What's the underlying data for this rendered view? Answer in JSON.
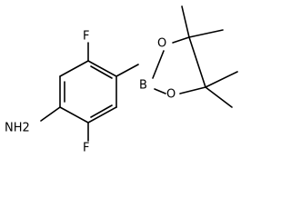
{
  "molecule": {
    "atoms": {
      "fluorine_top": "F",
      "fluorine_bottom": "F",
      "boron": "B",
      "oxygen_upper": "O",
      "oxygen_lower": "O",
      "amine": "NH2"
    }
  },
  "colors": {
    "bond": "#000000",
    "text": "#000000",
    "background": "#ffffff"
  }
}
